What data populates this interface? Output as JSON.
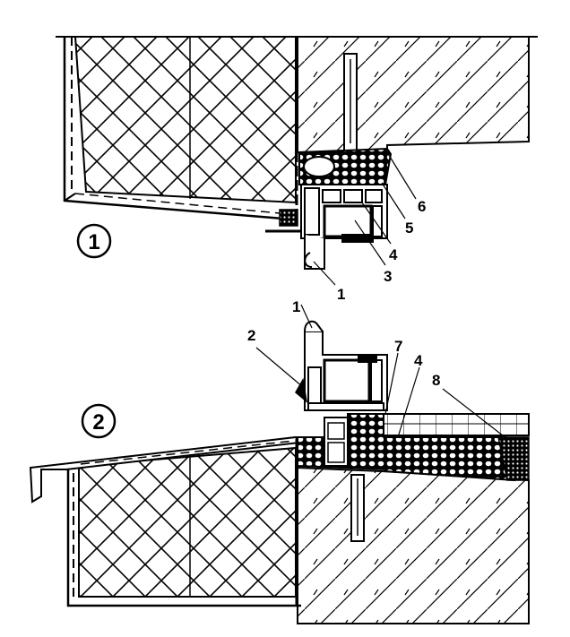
{
  "detail_1": {
    "marker": "1",
    "callouts": [
      "1",
      "3",
      "4",
      "5",
      "6"
    ]
  },
  "detail_2": {
    "marker": "2",
    "callouts": [
      "1",
      "2",
      "7",
      "4",
      "8"
    ]
  },
  "colors": {
    "ink": "#000000",
    "paper": "#ffffff"
  }
}
